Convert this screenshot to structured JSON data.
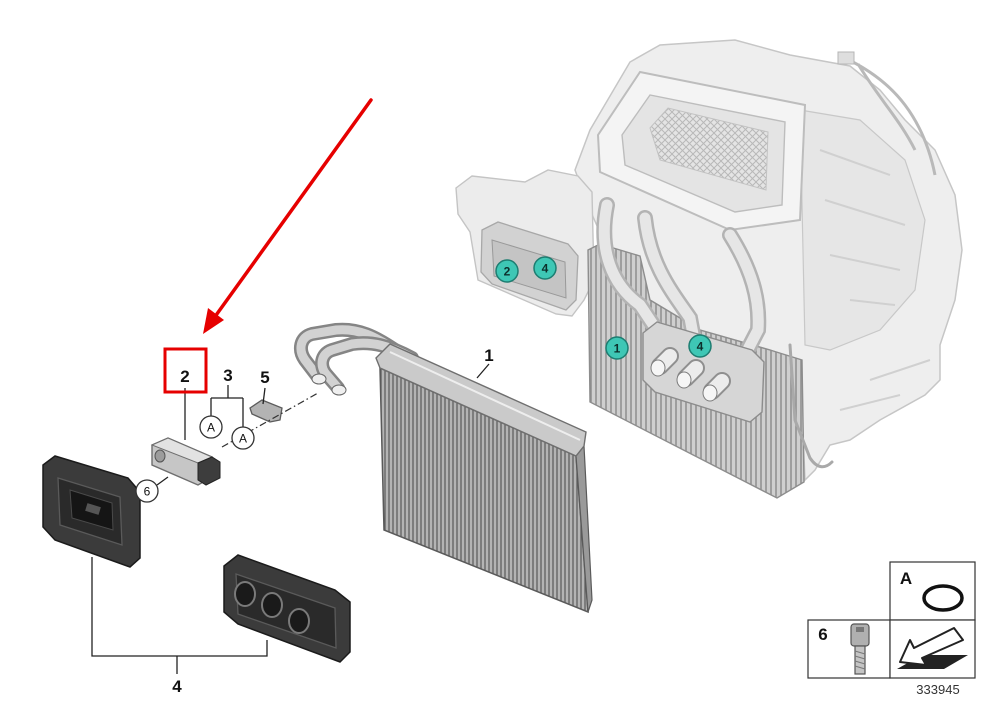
{
  "callouts": {
    "c1": "1",
    "c2": "2",
    "c3": "3",
    "c4": "4",
    "c5": "5"
  },
  "circled_refs": {
    "a_upper": "A",
    "a_lower": "A",
    "six": "6"
  },
  "housing_badges": {
    "b2": "2",
    "b4_upper": "4",
    "b1": "1",
    "b4_lower": "4"
  },
  "legend": {
    "a": "A",
    "six": "6"
  },
  "diagram_number": "333945",
  "colors": {
    "highlight": "#e60000",
    "badge": "#3ec7b5"
  }
}
